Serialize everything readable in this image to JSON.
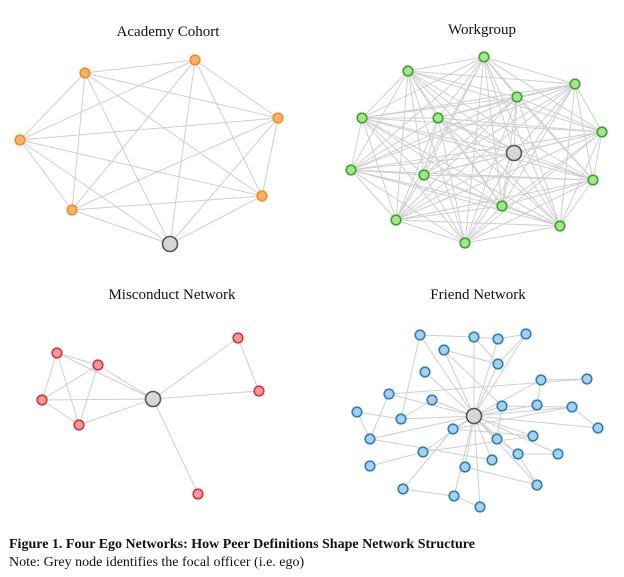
{
  "panels": [
    {
      "title": "Academy Cohort",
      "node_fill": "#f9b26b",
      "node_stroke": "#f28c1c",
      "peer_count": 6,
      "edges": "complete"
    },
    {
      "title": "Workgroup",
      "node_fill": "#a6e38f",
      "node_stroke": "#3aa626",
      "peer_count": 14,
      "edges": "complete"
    },
    {
      "title": "Misconduct Network",
      "node_fill": "#f59a9a",
      "node_stroke": "#d8323a",
      "peer_count": 7,
      "edges": [
        [
          1,
          2
        ],
        [
          1,
          3
        ],
        [
          1,
          4
        ],
        [
          1,
          0
        ],
        [
          2,
          3
        ],
        [
          2,
          4
        ],
        [
          2,
          0
        ],
        [
          3,
          4
        ],
        [
          3,
          0
        ],
        [
          4,
          0
        ],
        [
          5,
          0
        ],
        [
          5,
          6
        ],
        [
          6,
          0
        ],
        [
          7,
          0
        ]
      ]
    },
    {
      "title": "Friend Network",
      "node_fill": "#a8d0e6",
      "node_stroke": "#2a7fc0",
      "peer_count": 31,
      "edges": [
        [
          1,
          2
        ],
        [
          2,
          3
        ],
        [
          3,
          4
        ],
        [
          2,
          6
        ],
        [
          5,
          6
        ],
        [
          1,
          16
        ],
        [
          4,
          6
        ],
        [
          5,
          12
        ],
        [
          8,
          13
        ],
        [
          9,
          10
        ],
        [
          11,
          16
        ],
        [
          12,
          14
        ],
        [
          14,
          18
        ],
        [
          15,
          16
        ],
        [
          17,
          14
        ],
        [
          19,
          23
        ],
        [
          20,
          24
        ],
        [
          21,
          17
        ],
        [
          22,
          21
        ],
        [
          24,
          25
        ],
        [
          26,
          22
        ],
        [
          27,
          28
        ],
        [
          29,
          30
        ],
        [
          29,
          17
        ],
        [
          31,
          30
        ],
        [
          28,
          24
        ],
        [
          8,
          9
        ],
        [
          10,
          19
        ],
        [
          15,
          19
        ],
        [
          12,
          20
        ]
      ]
    }
  ],
  "ego": {
    "fill": "#d6d6d6",
    "stroke": "#555555",
    "label": "ego"
  },
  "caption": {
    "title": "Figure 1. Four Ego Networks: How Peer Definitions Shape Network Structure",
    "note": "Note: Grey node identifies the focal officer (i.e. ego)"
  }
}
